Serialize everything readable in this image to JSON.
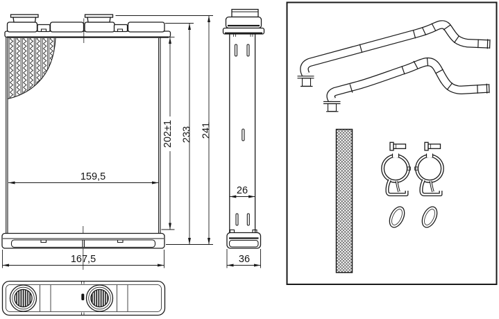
{
  "drawing": {
    "background": "#ffffff",
    "line_color": "#1a1a1a",
    "front_view": {
      "core_height": "202±1",
      "tank_height": "233",
      "overall_height": "241",
      "core_width": "159,5",
      "overall_width": "167,5"
    },
    "side_view": {
      "core_depth": "26",
      "overall_depth": "36"
    },
    "kit_box": {
      "parts": [
        "upper-hose",
        "lower-hose",
        "foam-seal-strip",
        "bolt",
        "bolt",
        "spring-clamp",
        "spring-clamp",
        "o-ring",
        "o-ring"
      ]
    }
  }
}
